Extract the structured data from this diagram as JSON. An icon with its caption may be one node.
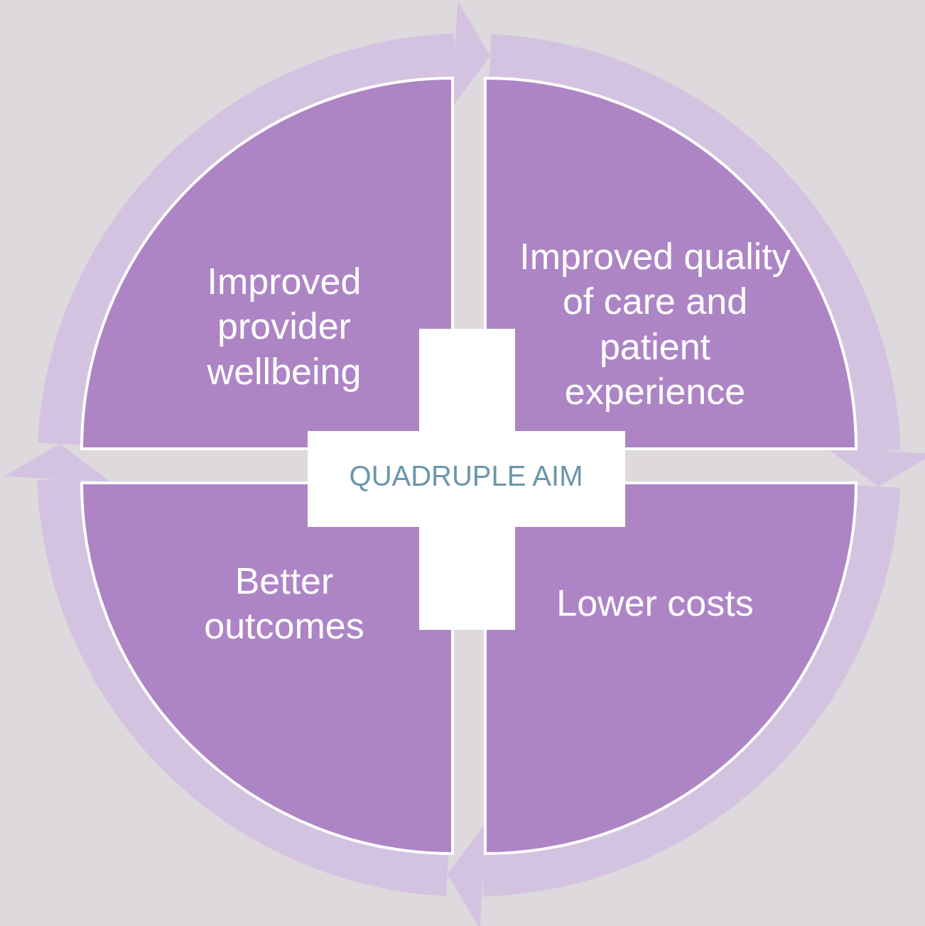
{
  "diagram": {
    "nodes": [
      {
        "text": [
          "Improved provider wellbeing"
        ]
      },
      {
        "text": [
          "Improved quality of care and patient experience"
        ]
      },
      {
        "text": [
          "QUADRUPLE AIM"
        ]
      },
      {
        "text": [
          "Better outcomes"
        ]
      },
      {
        "text": [
          "Lower costs"
        ]
      }
    ],
    "edges": [
      {
        "from": 0,
        "to": 1,
        "arrow": "to"
      },
      {
        "from": 1,
        "to": 4,
        "arrow": "to"
      },
      {
        "from": 4,
        "to": 3,
        "arrow": "to"
      },
      {
        "from": 3,
        "to": 0,
        "arrow": "to"
      }
    ]
  }
}
